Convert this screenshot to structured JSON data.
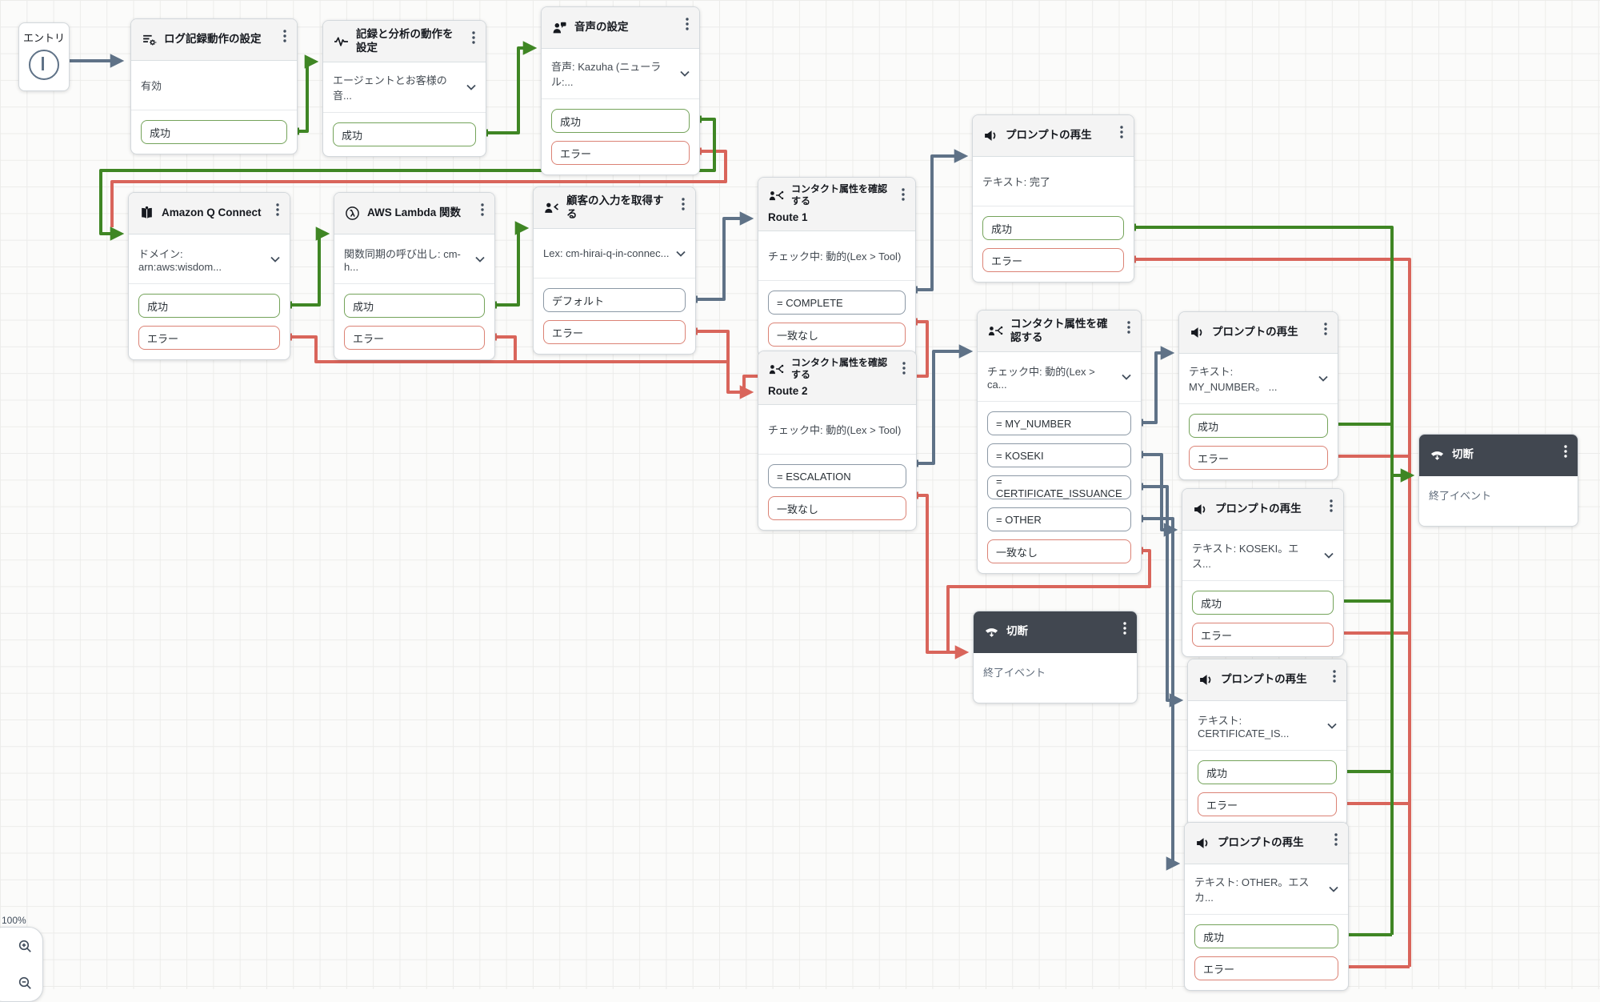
{
  "canvas": {
    "zoom_level": "100%"
  },
  "entry": {
    "label": "エントリ"
  },
  "colors": {
    "success_line": "#3F8624",
    "error_line": "#D9655B",
    "neutral_line": "#5F7287",
    "dark_header": "#414750",
    "header_bg": "#F4F4F4"
  },
  "icons": {
    "log-settings-icon": "list lines with gear",
    "waveform-icon": "audio waveform",
    "voice-icon": "person with speech bubble",
    "q-connect-icon": "open book",
    "lambda-icon": "lambda in circle",
    "customer-input-icon": "person with input chevron",
    "check-attributes-icon": "person with branch arrows",
    "speaker-icon": "loudspeaker",
    "phone-down-icon": "handset hang up",
    "kebab-menu-icon": "vertical three dots",
    "chevron-down-icon": "chevron down",
    "zoom-in-icon": "magnifier plus",
    "zoom-out-icon": "magnifier minus",
    "entry-point-icon": "circle with bar"
  },
  "blocks": [
    {
      "id": "log",
      "title": "ログ記録動作の設定",
      "icon": "log-settings-icon",
      "desc": "有効",
      "chevron": false,
      "ports": [
        {
          "label": "成功",
          "type": "success"
        }
      ]
    },
    {
      "id": "rec",
      "title": "記録と分析の動作を設定",
      "icon": "waveform-icon",
      "desc": "エージェントとお客様の音...",
      "chevron": true,
      "ports": [
        {
          "label": "成功",
          "type": "success"
        }
      ]
    },
    {
      "id": "voice",
      "title": "音声の設定",
      "icon": "voice-icon",
      "desc": "音声: Kazuha (ニューラル:...",
      "chevron": true,
      "ports": [
        {
          "label": "成功",
          "type": "success"
        },
        {
          "label": "エラー",
          "type": "error"
        }
      ]
    },
    {
      "id": "qconnect",
      "title": "Amazon Q Connect",
      "icon": "q-connect-icon",
      "desc": "ドメイン: arn:aws:wisdom...",
      "chevron": true,
      "ports": [
        {
          "label": "成功",
          "type": "success"
        },
        {
          "label": "エラー",
          "type": "error"
        }
      ]
    },
    {
      "id": "lambda",
      "title": "AWS Lambda 関数",
      "icon": "lambda-icon",
      "desc": "関数同期の呼び出し: cm-h...",
      "chevron": true,
      "ports": [
        {
          "label": "成功",
          "type": "success"
        },
        {
          "label": "エラー",
          "type": "error"
        }
      ]
    },
    {
      "id": "input",
      "title": "顧客の入力を取得する",
      "icon": "customer-input-icon",
      "desc": "Lex: cm-hirai-q-in-connec...",
      "chevron": true,
      "ports": [
        {
          "label": "デフォルト",
          "type": "neutral"
        },
        {
          "label": "エラー",
          "type": "error"
        }
      ]
    },
    {
      "id": "route1",
      "title": "コンタクト属性を確認する",
      "subtitle": "Route 1",
      "icon": "check-attributes-icon",
      "desc": "チェック中: 動的(Lex > Tool)",
      "chevron": false,
      "ports": [
        {
          "label": "= COMPLETE",
          "type": "neutral"
        },
        {
          "label": "一致なし",
          "type": "error"
        }
      ]
    },
    {
      "id": "prompt_done",
      "title": "プロンプトの再生",
      "icon": "speaker-icon",
      "desc": "テキスト: 完了",
      "chevron": false,
      "ports": [
        {
          "label": "成功",
          "type": "success"
        },
        {
          "label": "エラー",
          "type": "error"
        }
      ]
    },
    {
      "id": "route2",
      "title": "コンタクト属性を確認する",
      "subtitle": "Route 2",
      "icon": "check-attributes-icon",
      "desc": "チェック中: 動的(Lex > Tool)",
      "chevron": false,
      "ports": [
        {
          "label": "= ESCALATION",
          "type": "neutral"
        },
        {
          "label": "一致なし",
          "type": "error"
        }
      ]
    },
    {
      "id": "check_cat",
      "title": "コンタクト属性を確認する",
      "icon": "check-attributes-icon",
      "desc": "チェック中: 動的(Lex > ca...",
      "chevron": true,
      "ports": [
        {
          "label": "= MY_NUMBER",
          "type": "neutral"
        },
        {
          "label": "= KOSEKI",
          "type": "neutral"
        },
        {
          "label": "= CERTIFICATE_ISSUANCE",
          "type": "neutral"
        },
        {
          "label": "= OTHER",
          "type": "neutral"
        },
        {
          "label": "一致なし",
          "type": "error"
        }
      ]
    },
    {
      "id": "prompt_my",
      "title": "プロンプトの再生",
      "icon": "speaker-icon",
      "desc": "テキスト: MY_NUMBER。 ...",
      "chevron": true,
      "ports": [
        {
          "label": "成功",
          "type": "success"
        },
        {
          "label": "エラー",
          "type": "error"
        }
      ]
    },
    {
      "id": "prompt_koseki",
      "title": "プロンプトの再生",
      "icon": "speaker-icon",
      "desc": "テキスト: KOSEKI。エス...",
      "chevron": true,
      "ports": [
        {
          "label": "成功",
          "type": "success"
        },
        {
          "label": "エラー",
          "type": "error"
        }
      ]
    },
    {
      "id": "disc_mid",
      "title": "切断",
      "icon": "phone-down-icon",
      "variant": "dark",
      "body": "終了イベント",
      "ports": []
    },
    {
      "id": "prompt_cert",
      "title": "プロンプトの再生",
      "icon": "speaker-icon",
      "desc": "テキスト: CERTIFICATE_IS...",
      "chevron": true,
      "ports": [
        {
          "label": "成功",
          "type": "success"
        },
        {
          "label": "エラー",
          "type": "error"
        }
      ]
    },
    {
      "id": "prompt_other",
      "title": "プロンプトの再生",
      "icon": "speaker-icon",
      "desc": "テキスト: OTHER。エスカ...",
      "chevron": true,
      "ports": [
        {
          "label": "成功",
          "type": "success"
        },
        {
          "label": "エラー",
          "type": "error"
        }
      ]
    },
    {
      "id": "disc_right",
      "title": "切断",
      "icon": "phone-down-icon",
      "variant": "dark",
      "body": "終了イベント",
      "ports": []
    }
  ],
  "zoom_controls": {
    "level": "100%"
  }
}
